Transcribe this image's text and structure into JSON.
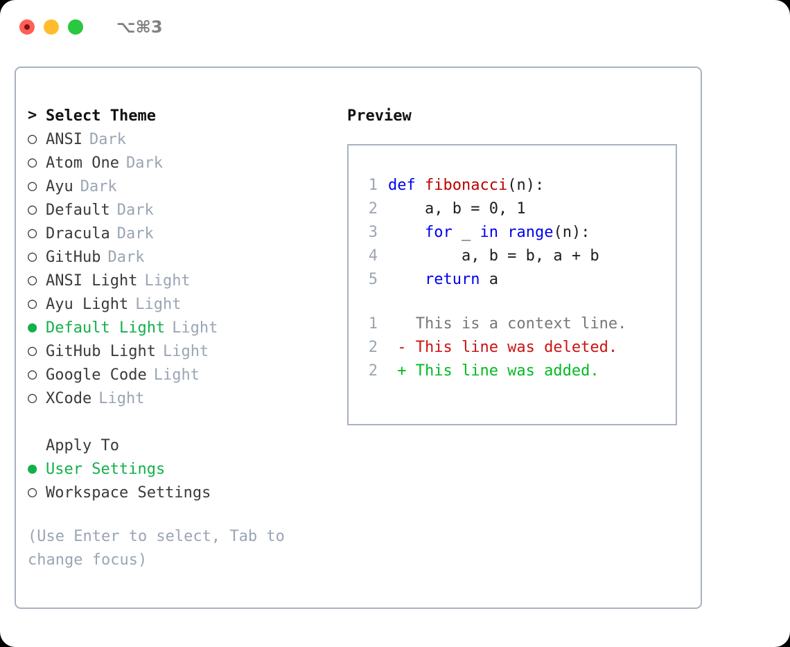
{
  "titlebar": {
    "shortcut": "⌥⌘3",
    "lights": [
      "close-red",
      "minimize-amber",
      "maximize-green"
    ]
  },
  "theme_picker": {
    "header_marker": ">",
    "header": "Select Theme",
    "marker_unselected": "○",
    "marker_selected": "●",
    "items": [
      {
        "label": "ANSI",
        "suffix": "Dark",
        "selected": false
      },
      {
        "label": "Atom One",
        "suffix": "Dark",
        "selected": false
      },
      {
        "label": "Ayu",
        "suffix": "Dark",
        "selected": false
      },
      {
        "label": "Default",
        "suffix": "Dark",
        "selected": false
      },
      {
        "label": "Dracula",
        "suffix": "Dark",
        "selected": false
      },
      {
        "label": "GitHub",
        "suffix": "Dark",
        "selected": false
      },
      {
        "label": "ANSI Light",
        "suffix": "Light",
        "selected": false
      },
      {
        "label": "Ayu Light",
        "suffix": "Light",
        "selected": false
      },
      {
        "label": "Default Light",
        "suffix": "Light",
        "selected": true
      },
      {
        "label": "GitHub Light",
        "suffix": "Light",
        "selected": false
      },
      {
        "label": "Google Code",
        "suffix": "Light",
        "selected": false
      },
      {
        "label": "XCode",
        "suffix": "Light",
        "selected": false
      }
    ]
  },
  "apply_to": {
    "header": "Apply To",
    "items": [
      {
        "label": "User Settings",
        "selected": true
      },
      {
        "label": "Workspace Settings",
        "selected": false
      }
    ]
  },
  "hint": "(Use Enter to select, Tab to change focus)",
  "preview": {
    "title": "Preview",
    "code_lines": [
      {
        "no": "1",
        "tokens": [
          {
            "t": "def ",
            "c": "kw"
          },
          {
            "t": "fibonacci",
            "c": "fn"
          },
          {
            "t": "(n):",
            "c": "plain"
          }
        ]
      },
      {
        "no": "2",
        "tokens": [
          {
            "t": "    a, b = 0, 1",
            "c": "plain"
          }
        ]
      },
      {
        "no": "3",
        "tokens": [
          {
            "t": "    ",
            "c": "plain"
          },
          {
            "t": "for",
            "c": "kw"
          },
          {
            "t": " _ ",
            "c": "plain"
          },
          {
            "t": "in",
            "c": "kw"
          },
          {
            "t": " ",
            "c": "plain"
          },
          {
            "t": "range",
            "c": "kw"
          },
          {
            "t": "(n):",
            "c": "plain"
          }
        ]
      },
      {
        "no": "4",
        "tokens": [
          {
            "t": "        a, b = b, a + b",
            "c": "plain"
          }
        ]
      },
      {
        "no": "5",
        "tokens": [
          {
            "t": "    ",
            "c": "plain"
          },
          {
            "t": "return",
            "c": "kw"
          },
          {
            "t": " a",
            "c": "plain"
          }
        ]
      }
    ],
    "diff_lines": [
      {
        "no": "1",
        "tokens": [
          {
            "t": "   This is a context line.",
            "c": "context"
          }
        ]
      },
      {
        "no": "2",
        "tokens": [
          {
            "t": " - This line was deleted.",
            "c": "del"
          }
        ]
      },
      {
        "no": "2",
        "tokens": [
          {
            "t": " + This line was added.",
            "c": "add"
          }
        ]
      }
    ]
  },
  "colors": {
    "accent_green": "#12b04a",
    "muted_gray": "#9aa5b4",
    "border": "#a8b2c0",
    "keyword_blue": "#0000ee",
    "function_red": "#bb0000",
    "diff_added": "#00bb22",
    "diff_deleted": "#cc1111",
    "light_red": "#ff5f57",
    "light_amber": "#ffbd2e",
    "light_green": "#28c840"
  }
}
